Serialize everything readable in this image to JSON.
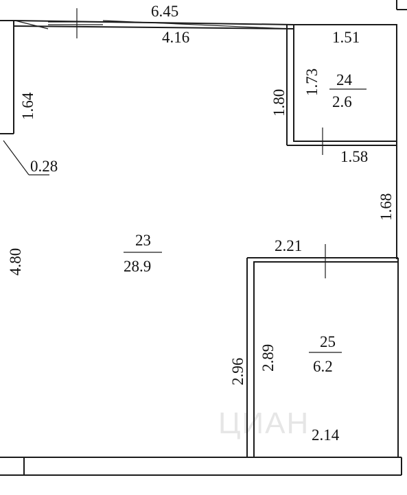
{
  "plan": {
    "dimensions": {
      "top_total": "6.45",
      "top_inner": "4.16",
      "left_upper": "1.64",
      "corner_diag": "0.28",
      "left_full": "4.80",
      "right_upper": "1.80",
      "bath_top": "1.51",
      "bath_left": "1.73",
      "bath_bottom": "1.58",
      "corridor_right": "1.68",
      "room25_top": "2.21",
      "room25_outer": "2.96",
      "room25_inner": "2.89",
      "room25_bottom": "2.14"
    },
    "rooms": [
      {
        "number": "23",
        "area": "28.9"
      },
      {
        "number": "24",
        "area": "2.6"
      },
      {
        "number": "25",
        "area": "6.2"
      }
    ],
    "watermark": "ЦИАН"
  }
}
